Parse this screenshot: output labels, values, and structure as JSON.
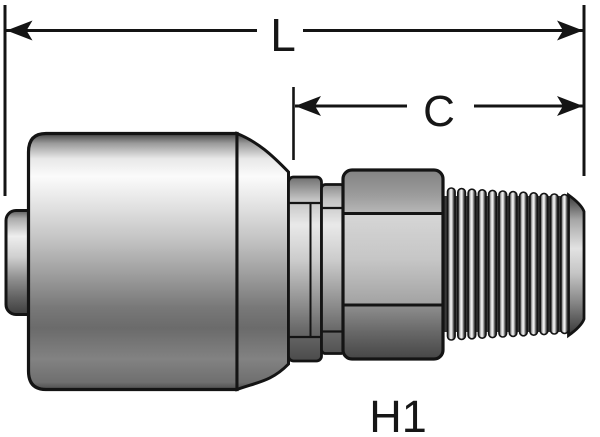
{
  "diagram": {
    "part_label": "H1",
    "dimensions": {
      "overall_length_label": "L",
      "cutoff_length_label": "C"
    },
    "colors": {
      "background": "#ffffff",
      "outline": "#141414",
      "metal_highlight": "#fbfbfb",
      "metal_midtone": "#b8b8b8",
      "metal_shadow": "#3f3f3f"
    }
  }
}
